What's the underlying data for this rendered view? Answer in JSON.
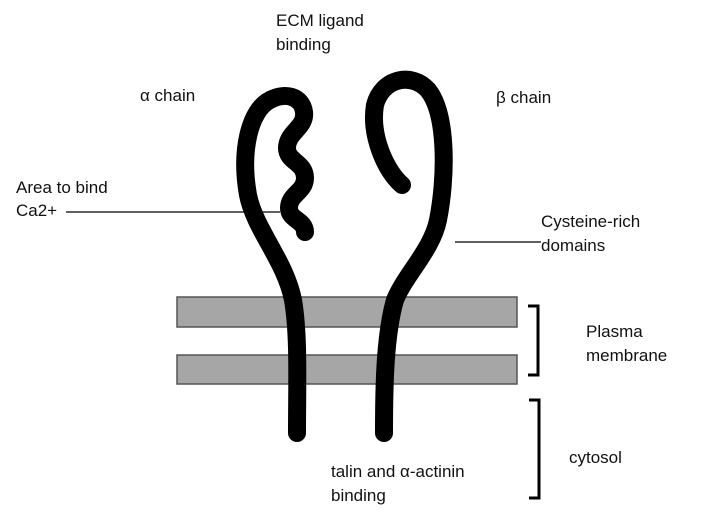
{
  "labels": {
    "ecm_binding": "ECM ligand\nbinding",
    "alpha_chain": "α chain",
    "beta_chain": "β chain",
    "calcium_area_line1": "Area to bind",
    "calcium_area_line2": "Ca2+",
    "cysteine_domains": "Cysteine-rich\ndomains",
    "plasma_membrane": "Plasma\nmembrane",
    "cytosol": "cytosol",
    "talin_binding": "talin and α-actinin\nbinding"
  },
  "colors": {
    "chain": "#000000",
    "membrane_fill": "#a6a6a6",
    "membrane_stroke": "#555555",
    "leader_line": "#000000"
  }
}
